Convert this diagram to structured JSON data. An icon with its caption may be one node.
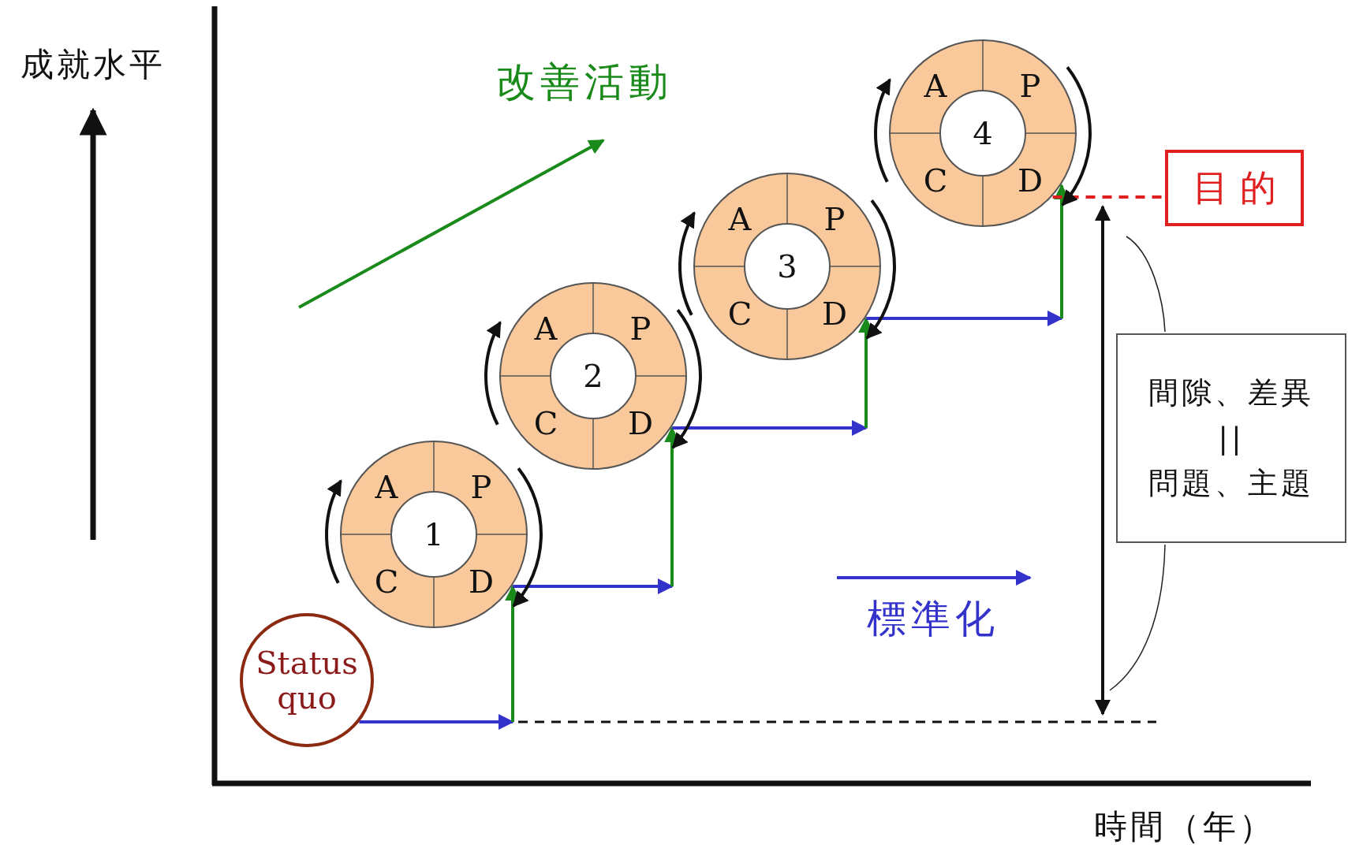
{
  "diagram": {
    "nodes": [
      {
        "text": [
          "Status quo"
        ]
      },
      {
        "text": [
          "A",
          "P",
          "1",
          "C",
          "D"
        ]
      },
      {
        "text": [
          "A",
          "P",
          "2",
          "C",
          "D"
        ]
      },
      {
        "text": [
          "A",
          "P",
          "3",
          "C",
          "D"
        ]
      },
      {
        "text": [
          "A",
          "P",
          "4",
          "C",
          "D"
        ]
      },
      {
        "text": [
          "目 的"
        ]
      },
      {
        "text": [
          "間隙、差異",
          "||",
          "問題、主題"
        ]
      }
    ],
    "edges": [
      {
        "from": 0,
        "to": null,
        "arrow": "to",
        "color": "#3333cc"
      },
      {
        "from": null,
        "to": 1,
        "arrow": "to",
        "color": "#1a8a1a"
      },
      {
        "from": 1,
        "to": null,
        "arrow": "to",
        "color": "#3333cc"
      },
      {
        "from": null,
        "to": 2,
        "arrow": "to",
        "color": "#1a8a1a"
      },
      {
        "from": 2,
        "to": null,
        "arrow": "to",
        "color": "#3333cc"
      },
      {
        "from": null,
        "to": 3,
        "arrow": "to",
        "color": "#1a8a1a"
      },
      {
        "from": 3,
        "to": null,
        "arrow": "to",
        "color": "#3333cc"
      },
      {
        "from": null,
        "to": 4,
        "arrow": "to",
        "color": "#1a8a1a"
      },
      {
        "from": 4,
        "to": 5,
        "arrow": "none",
        "style": "dashed",
        "color": "#e02020"
      }
    ],
    "labels": [
      "成就水平",
      "時間（年）"
    ],
    "legend": [
      {
        "text": "改善活動"
      },
      {
        "text": "標準化"
      }
    ]
  }
}
